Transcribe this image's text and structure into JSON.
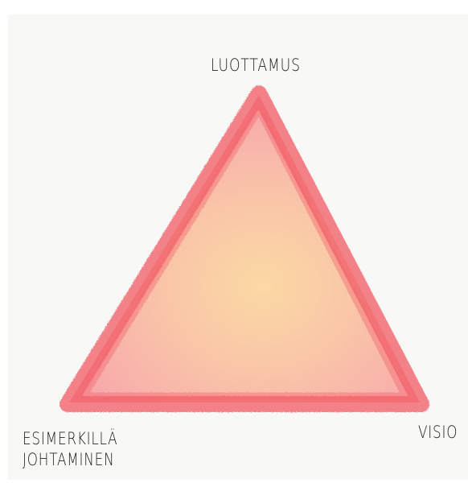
{
  "diagram": {
    "shape": "triangle",
    "colors": {
      "outline": "#f15a64",
      "fill_edge": "#f7a8ac",
      "fill_center": "#fbd9a4",
      "background": "#f8f8f7"
    },
    "vertices": {
      "top": "LUOTTAMUS",
      "bottom_left_line1": "ESIMERKILLÄ",
      "bottom_left_line2": "JOHTAMINEN",
      "bottom_right": "VISIO"
    }
  }
}
